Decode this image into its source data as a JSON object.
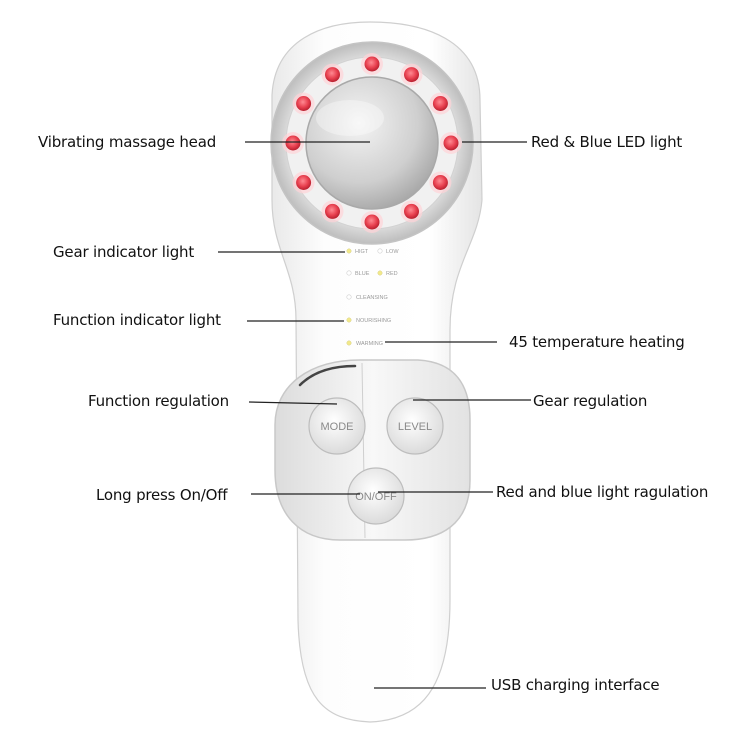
{
  "labels": {
    "massage_head": "Vibrating massage head",
    "led_light": "Red & Blue LED light",
    "gear_indicator": "Gear indicator light",
    "function_indicator": "Function indicator light",
    "temperature": "45  temperature heating",
    "function_regulation": "Function regulation",
    "gear_regulation": "Gear regulation",
    "long_press": "Long press On/Off",
    "light_regulation": "Red and blue light ragulation",
    "usb": "USB charging interface"
  },
  "indicators": {
    "high": "HIGT",
    "low": "LOW",
    "blue": "BLUE",
    "red": "RED",
    "cleansing": "CLEANSING",
    "nourishing": "NOURISHING",
    "warming": "WARMING"
  },
  "buttons": {
    "mode": "MODE",
    "level": "LEVEL",
    "onoff": "ON/OFF"
  },
  "colors": {
    "led_red": "#e8404f",
    "indicator_yellow": "#f2e98a",
    "line": "#222222"
  }
}
